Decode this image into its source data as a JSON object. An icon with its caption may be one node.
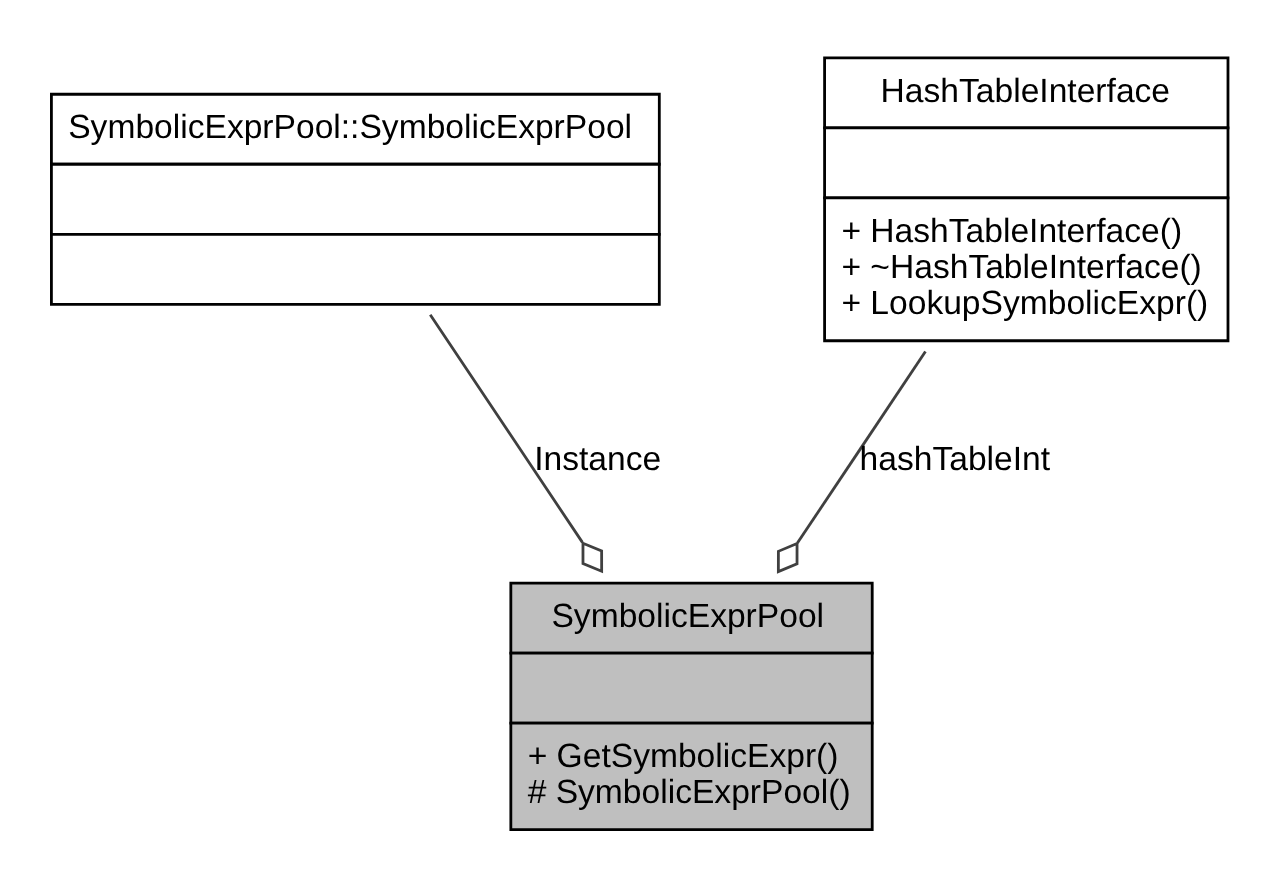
{
  "diagram": {
    "nodes": [
      {
        "text": [
          "SymbolicExprPool::SymbolicExprPool"
        ]
      },
      {
        "text": [
          "HashTableInterface",
          "+ HashTableInterface()",
          "+ ~HashTableInterface()",
          "+ LookupSymbolicExpr()"
        ]
      },
      {
        "text": [
          "SymbolicExprPool",
          "+ GetSymbolicExpr()",
          "# SymbolicExprPool()"
        ]
      }
    ],
    "edges": [
      {
        "from": 0,
        "to": 2,
        "arrow": "other",
        "label": "Instance"
      },
      {
        "from": 1,
        "to": 2,
        "arrow": "other",
        "label": "hashTableInt"
      }
    ]
  }
}
